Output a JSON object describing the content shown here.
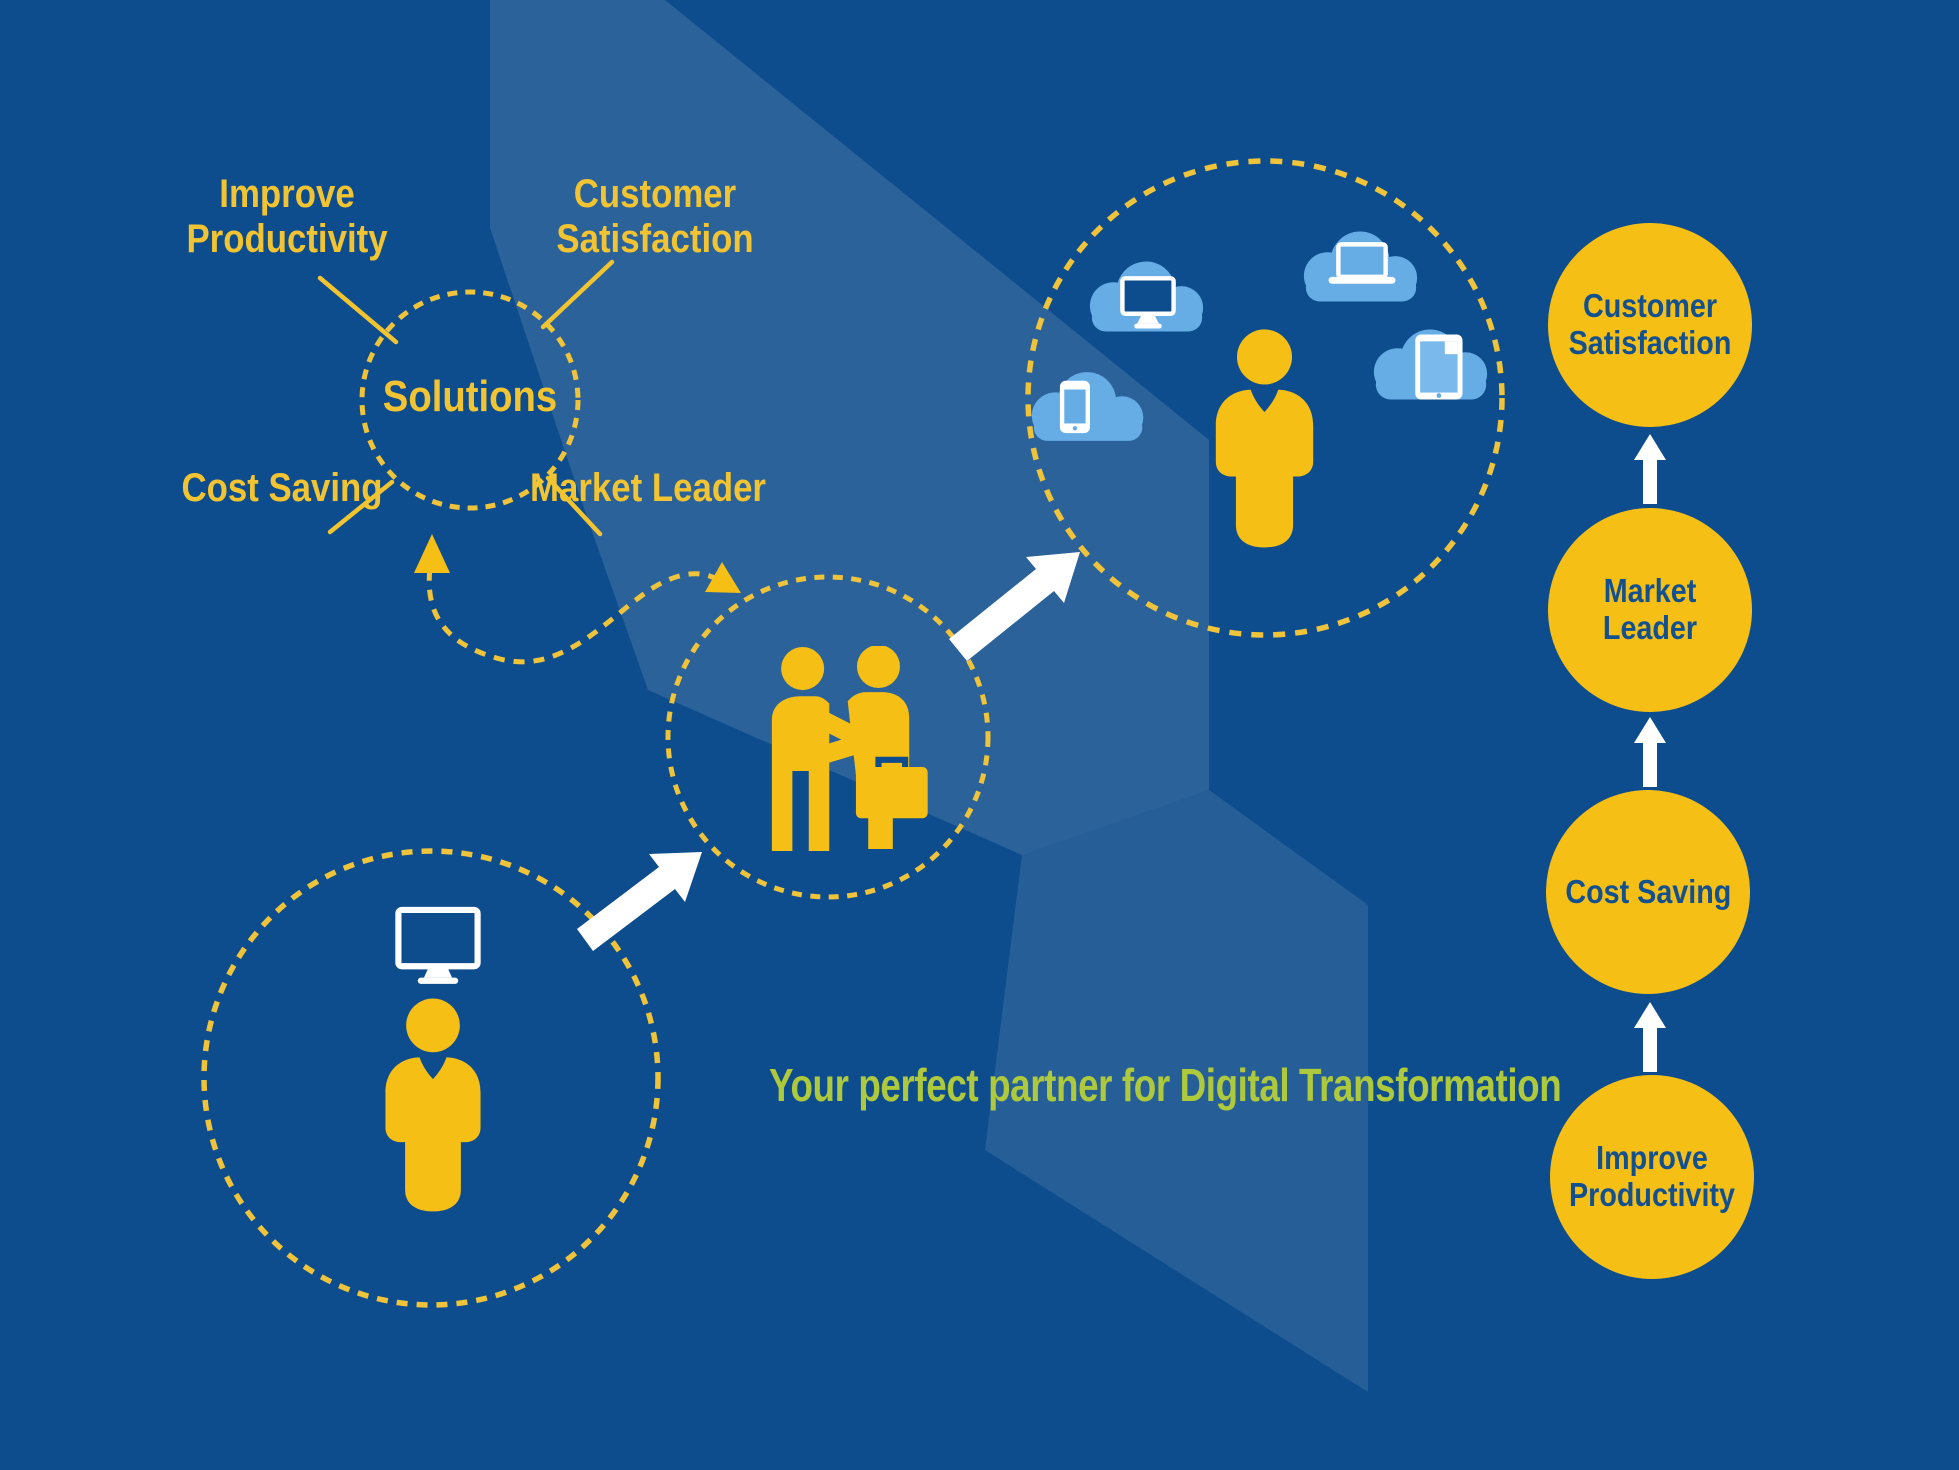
{
  "title": "Digital transformation partner infographic",
  "colors": {
    "background": "#0E4D8D",
    "band": "rgba(255,255,255,0.12)",
    "yellow": "#F5BF15",
    "yellow_text": "#F2C431",
    "dashed_stroke": "#EFC33A",
    "blue_on_yellow": "#12508F",
    "cloud_blue": "#66ADE6",
    "white": "#FFFFFF",
    "green": "#AFC93C"
  },
  "hub": {
    "label": "Solutions",
    "spokes": {
      "top_left": "Improve Productivity",
      "top_right": "Customer Satisfaction",
      "bottom_left": "Cost Saving",
      "bottom_right": "Market Leader"
    }
  },
  "journey": {
    "start": "person with desktop computer",
    "middle": "business partnership handshake with briefcase",
    "end": "person surrounded by cloud devices (monitor, laptop, smartphone, tablet)"
  },
  "ladder": {
    "items": [
      {
        "label": "Improve Productivity"
      },
      {
        "label": "Cost Saving"
      },
      {
        "label": "Market Leader"
      },
      {
        "label": "Customer Satisfaction"
      }
    ]
  },
  "tagline": {
    "text": "Your perfect partner for Digital Transformation"
  },
  "icons": {
    "monitor": "monitor-icon",
    "person": "person-icon",
    "handshake": "handshake-icon",
    "briefcase": "briefcase-icon",
    "cloud_monitor": "cloud-monitor-icon",
    "cloud_laptop": "cloud-laptop-icon",
    "cloud_smartphone": "cloud-smartphone-icon",
    "cloud_tablet": "cloud-tablet-icon",
    "up_arrow": "up-arrow-icon",
    "diagonal_arrow": "diagonal-arrow-icon",
    "dashed_curve_arrow": "dashed-curve-arrow-icon"
  }
}
